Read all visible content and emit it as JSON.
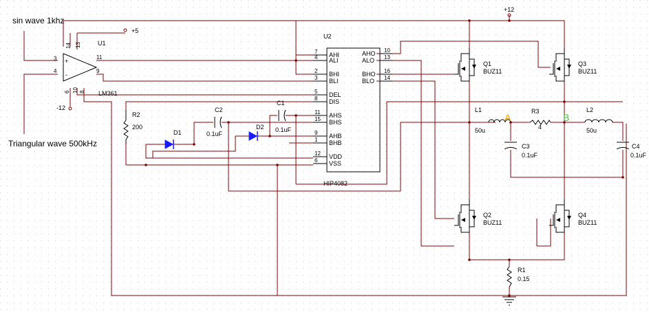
{
  "labels": {
    "sine_input": "sin wave 1khz",
    "triangle_input": "Triangular wave 500kHz",
    "supply_pos5": "+5",
    "supply_neg12": "-12",
    "supply_pos12": "+12"
  },
  "u1": {
    "ref": "U1",
    "part": "LM361",
    "pins": {
      "in_pos": "3",
      "in_neg": "4",
      "p14": "14",
      "p13": "13",
      "p11": "11",
      "p9": "9",
      "p6": "6",
      "p10": "10",
      "p8": "8"
    },
    "plus": "+",
    "minus": "-"
  },
  "u2": {
    "ref": "U2",
    "part": "HIP4082",
    "left_pins": [
      {
        "name": "AHI",
        "num": "7"
      },
      {
        "name": "ALI",
        "num": "4"
      },
      {
        "name": "BHI",
        "num": "2"
      },
      {
        "name": "BLI",
        "num": "3"
      },
      {
        "name": "DEL",
        "num": "5"
      },
      {
        "name": "DIS",
        "num": "8"
      },
      {
        "name": "AHS",
        "num": "11"
      },
      {
        "name": "BHS",
        "num": "15"
      },
      {
        "name": "AHB",
        "num": "9"
      },
      {
        "name": "BHB",
        "num": "1"
      },
      {
        "name": "VDD",
        "num": "12"
      },
      {
        "name": "VSS",
        "num": "6"
      }
    ],
    "right_pins": [
      {
        "name": "AHO",
        "num": "10"
      },
      {
        "name": "ALO",
        "num": "13"
      },
      {
        "name": "BHO",
        "num": "16"
      },
      {
        "name": "BLO",
        "num": "14"
      }
    ]
  },
  "components": {
    "r2": {
      "ref": "R2",
      "value": "200"
    },
    "d1": {
      "ref": "D1"
    },
    "d2": {
      "ref": "D2"
    },
    "c1": {
      "ref": "C1",
      "value": "0.1uF"
    },
    "c2": {
      "ref": "C2",
      "value": "0.1uF"
    },
    "q1": {
      "ref": "Q1",
      "part": "BUZ11"
    },
    "q2": {
      "ref": "Q2",
      "part": "BUZ11"
    },
    "q3": {
      "ref": "Q3",
      "part": "BUZ11"
    },
    "q4": {
      "ref": "Q4",
      "part": "BUZ11"
    },
    "l1": {
      "ref": "L1",
      "value": "50u"
    },
    "l2": {
      "ref": "L2",
      "value": "50u"
    },
    "r3": {
      "ref": "R3",
      "value": "4"
    },
    "c3": {
      "ref": "C3",
      "value": "0.1uF"
    },
    "c4": {
      "ref": "C4",
      "value": "0.1uF"
    },
    "r1": {
      "ref": "R1",
      "value": "0.15"
    }
  },
  "nodes": {
    "a": {
      "label": "A",
      "color": "#e8a000"
    },
    "b": {
      "label": "B",
      "color": "#33cc33"
    }
  },
  "colors": {
    "wire": "#800000",
    "part": "#000000",
    "diode": "#1a1aff",
    "grid": "#c8c8c8"
  }
}
